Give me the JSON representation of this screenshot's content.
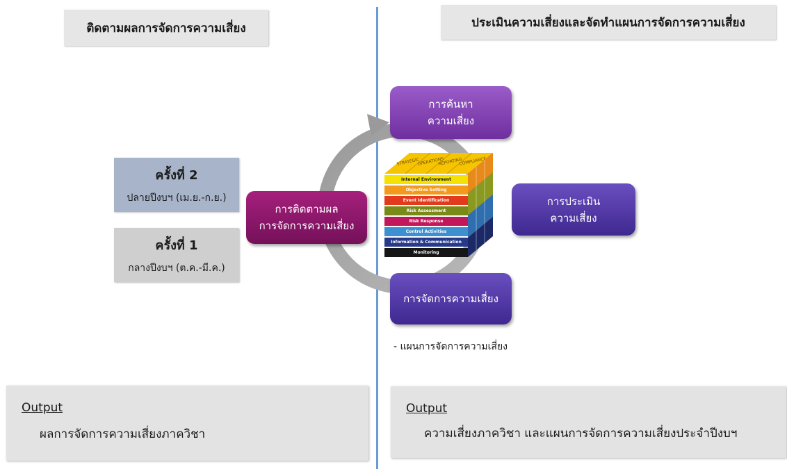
{
  "left_header": "ติดตามผลการจัดการความเสี่ยง",
  "right_header": "ประเมินความเสี่ยงและจัดทำแผนการจัดการความเสี่ยง",
  "cycle": {
    "top_line1": "การค้นหา",
    "top_line2": "ความเสี่ยง",
    "right_line1": "การประเมิน",
    "right_line2": "ความเสี่ยง",
    "bottom": "การจัดการความเสี่ยง",
    "left_line1": "การติดตามผล",
    "left_line2": "การจัดการความเสี่ยง"
  },
  "plan_note": "- แผนการจัดการความเสี่ยง",
  "period2": {
    "title": "ครั้งที่ 2",
    "range": "ปลายปีงบฯ (เม.ย.-ก.ย.)",
    "color": "#a7b4c9"
  },
  "period1": {
    "title": "ครั้งที่ 1",
    "range": "กลางปีงบฯ (ต.ค.-มี.ค.)",
    "color": "#cfcfcf"
  },
  "coso_cube": {
    "top_labels": [
      "STRATEGIC",
      "OPERATIONS",
      "REPORTING",
      "COMPLIANCE"
    ],
    "rows": [
      {
        "label": "Internal Environment",
        "color": "#f6e200",
        "text": "#111111"
      },
      {
        "label": "Objective Setting",
        "color": "#f39a1c",
        "text": "#ffffff"
      },
      {
        "label": "Event Identification",
        "color": "#e23a1c",
        "text": "#ffffff"
      },
      {
        "label": "Risk Assessment",
        "color": "#7a8a17",
        "text": "#ffffff"
      },
      {
        "label": "Risk Response",
        "color": "#c2185b",
        "text": "#ffffff"
      },
      {
        "label": "Control Activities",
        "color": "#3d8fd1",
        "text": "#ffffff"
      },
      {
        "label": "Information & Communication",
        "color": "#273a8a",
        "text": "#ffffff"
      },
      {
        "label": "Monitoring",
        "color": "#161616",
        "text": "#ffffff"
      }
    ]
  },
  "output_left": {
    "label": "Output",
    "text": "ผลการจัดการความเสี่ยงภาควิชา"
  },
  "output_right": {
    "label": "Output",
    "text": "ความเสี่ยงภาควิชา และแผนการจัดการความเสี่ยงประจำปีงบฯ"
  }
}
